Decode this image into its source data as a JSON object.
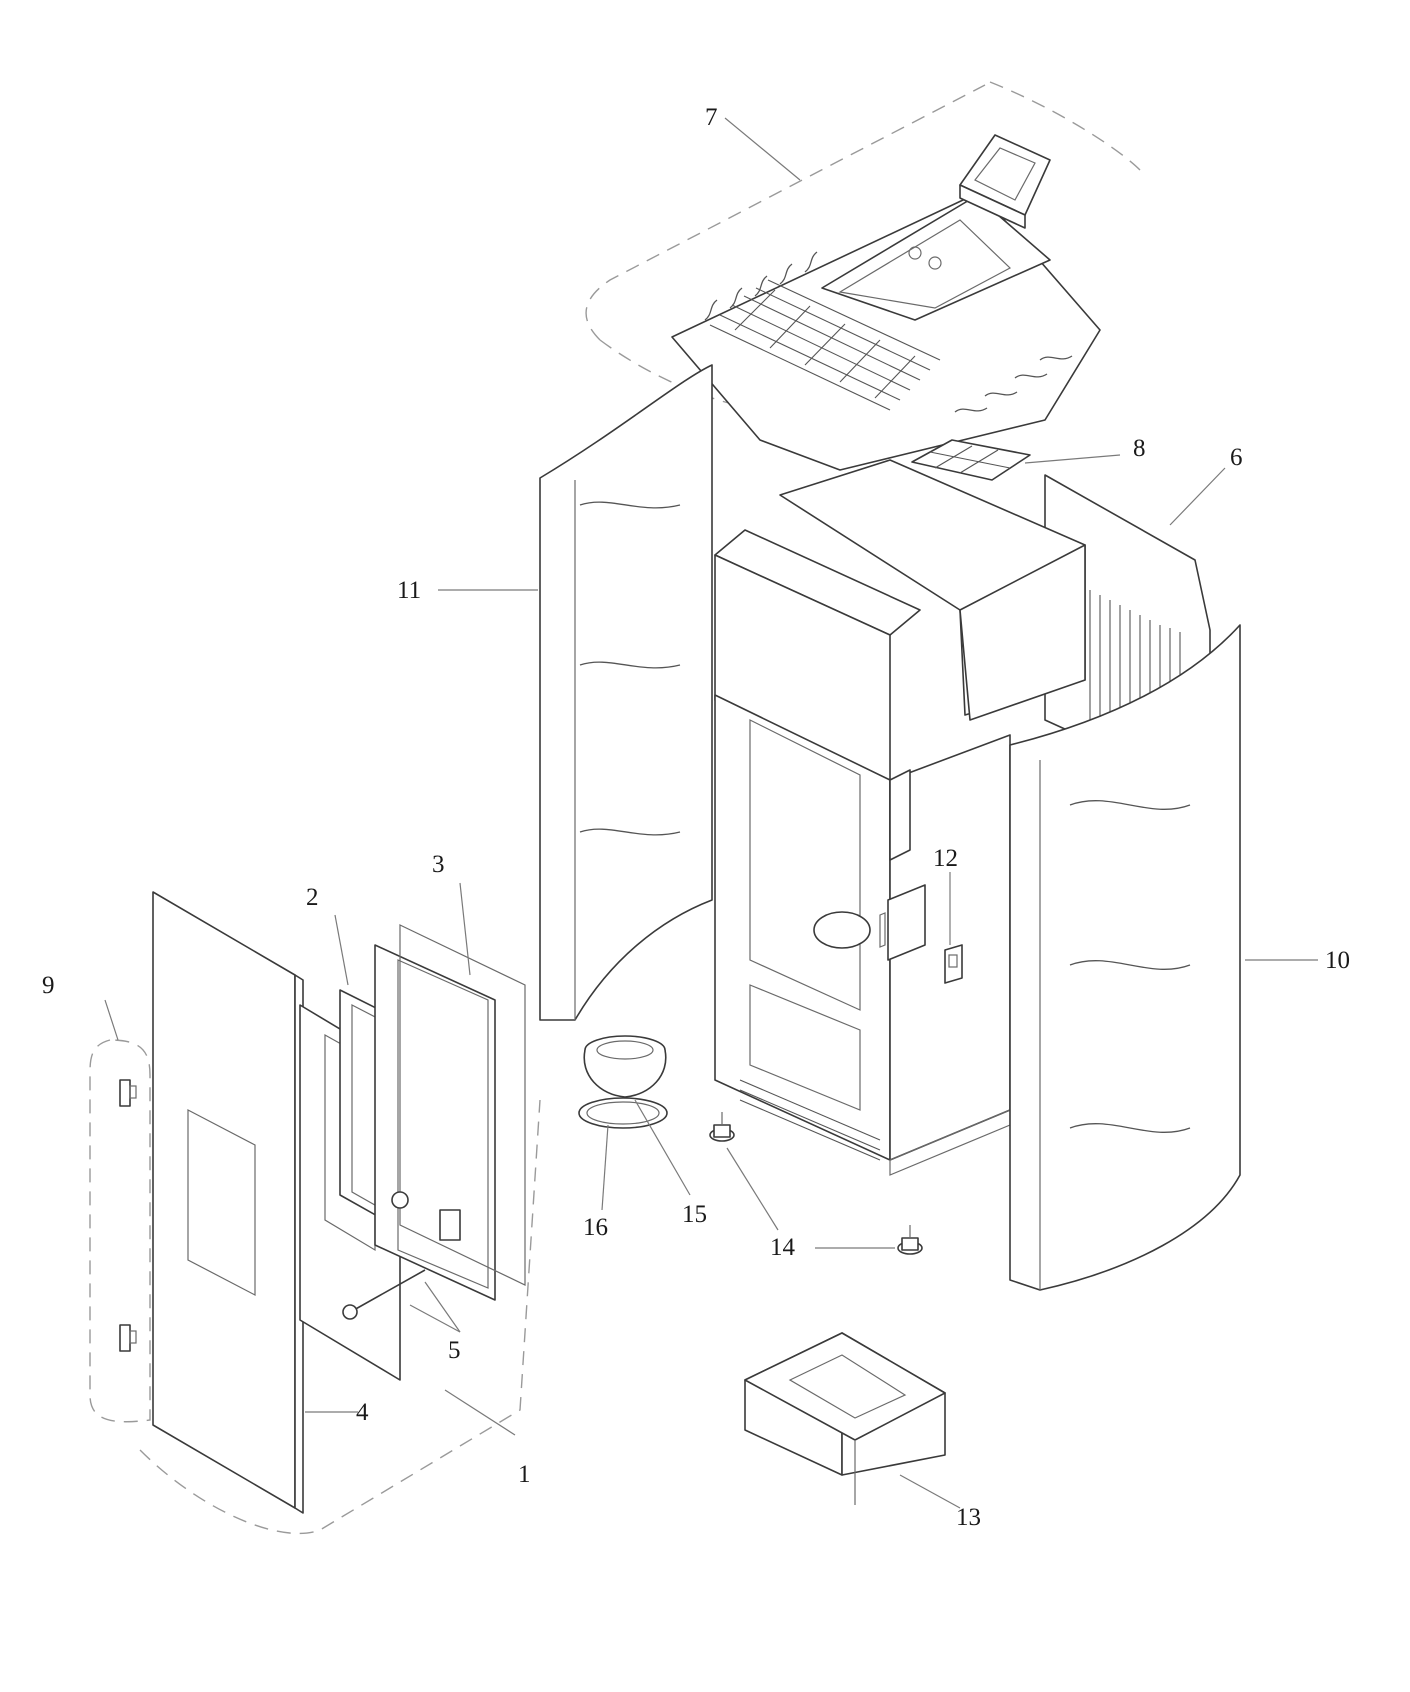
{
  "callouts": [
    {
      "id": "c1",
      "label": "1"
    },
    {
      "id": "c2",
      "label": "2"
    },
    {
      "id": "c3",
      "label": "3"
    },
    {
      "id": "c4",
      "label": "4"
    },
    {
      "id": "c5",
      "label": "5"
    },
    {
      "id": "c6",
      "label": "6"
    },
    {
      "id": "c7",
      "label": "7"
    },
    {
      "id": "c8",
      "label": "8"
    },
    {
      "id": "c9",
      "label": "9"
    },
    {
      "id": "c10",
      "label": "10"
    },
    {
      "id": "c11",
      "label": "11"
    },
    {
      "id": "c12",
      "label": "12"
    },
    {
      "id": "c13",
      "label": "13"
    },
    {
      "id": "c14",
      "label": "14"
    },
    {
      "id": "c15",
      "label": "15"
    },
    {
      "id": "c16",
      "label": "16"
    }
  ],
  "colors": {
    "line": "#3a3a3a",
    "hidden_line": "#9a9a9a",
    "background": "#ffffff",
    "text": "#1a1a1a"
  }
}
